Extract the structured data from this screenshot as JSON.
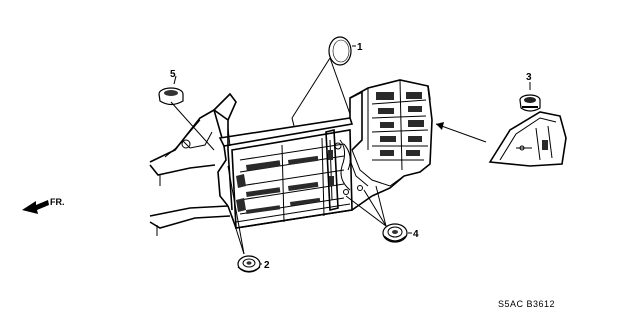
{
  "diagram": {
    "callouts": [
      {
        "id": "1",
        "label": "1"
      },
      {
        "id": "2",
        "label": "2"
      },
      {
        "id": "3",
        "label": "3"
      },
      {
        "id": "4",
        "label": "4"
      },
      {
        "id": "5",
        "label": "5"
      }
    ],
    "direction_label": "FR.",
    "diagram_code": "S5AC B3612"
  }
}
